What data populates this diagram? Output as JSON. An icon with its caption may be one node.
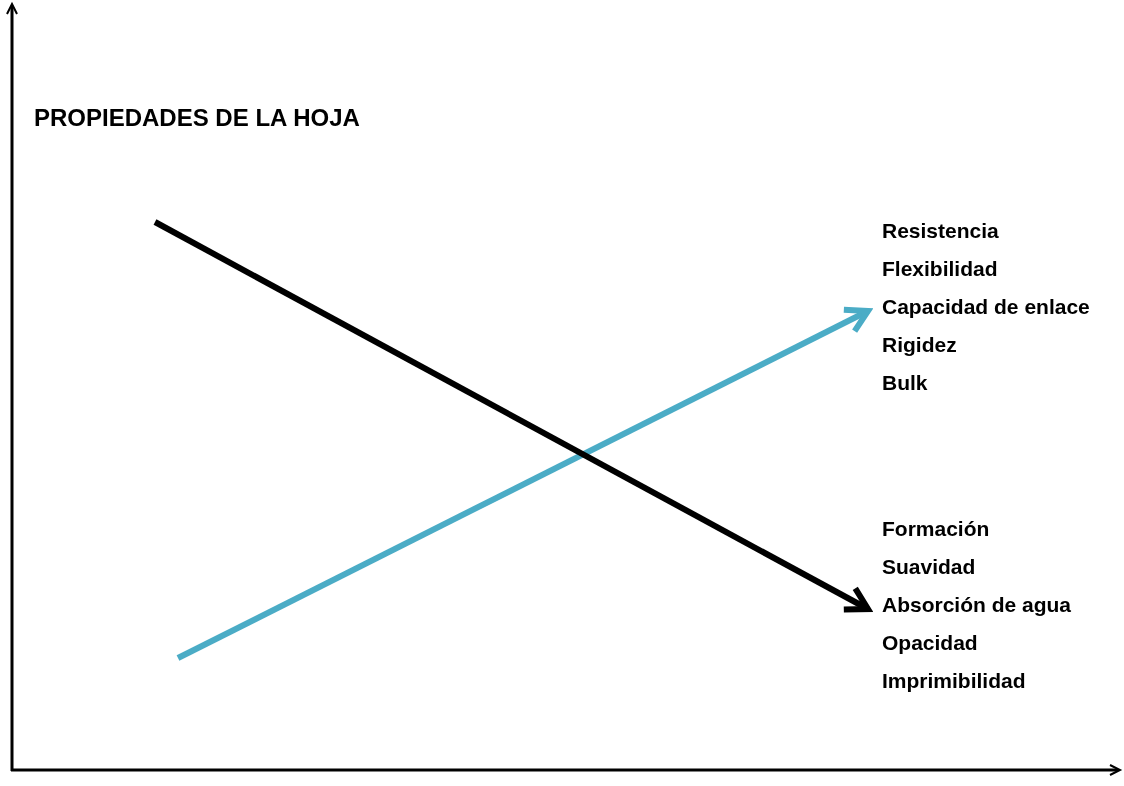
{
  "diagram": {
    "title": "PROPIEDADES DE LA HOJA",
    "nodes": [
      {
        "text": [
          "Resistencia",
          "Flexibilidad",
          "Capacidad de enlace",
          "Rigidez",
          "Bulk"
        ]
      },
      {
        "text": [
          "Formación",
          "Suavidad",
          "Absorción de agua",
          "Opacidad",
          "Imprimibilidad"
        ]
      }
    ],
    "edges": [
      {
        "from": null,
        "to": 0,
        "arrow": "to",
        "color": "#4bacc6"
      },
      {
        "from": null,
        "to": 1,
        "arrow": "to",
        "color": "#000000"
      }
    ]
  }
}
